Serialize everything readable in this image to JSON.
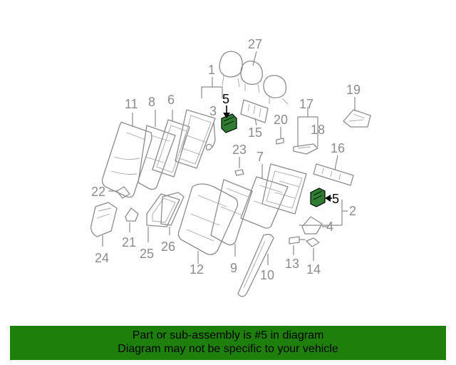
{
  "callouts": {
    "c1": "1",
    "c2": "2",
    "c3": "3",
    "c4": "4",
    "c5a": "5",
    "c5b": "5",
    "c6": "6",
    "c7": "7",
    "c8": "8",
    "c9": "9",
    "c10": "10",
    "c11": "11",
    "c12": "12",
    "c13": "13",
    "c14": "14",
    "c15": "15",
    "c16": "16",
    "c17": "17",
    "c18": "18",
    "c19": "19",
    "c20": "20",
    "c21": "21",
    "c22": "22",
    "c23": "23",
    "c24": "24",
    "c25": "25",
    "c26": "26",
    "c27": "27"
  },
  "highlight": {
    "part_number": "5",
    "color": "#2e7d32"
  },
  "banner": {
    "line1": "Part or sub-assembly is #5 in diagram",
    "line2": "Diagram may not be specific to your vehicle",
    "background": "#1f7f0b"
  }
}
